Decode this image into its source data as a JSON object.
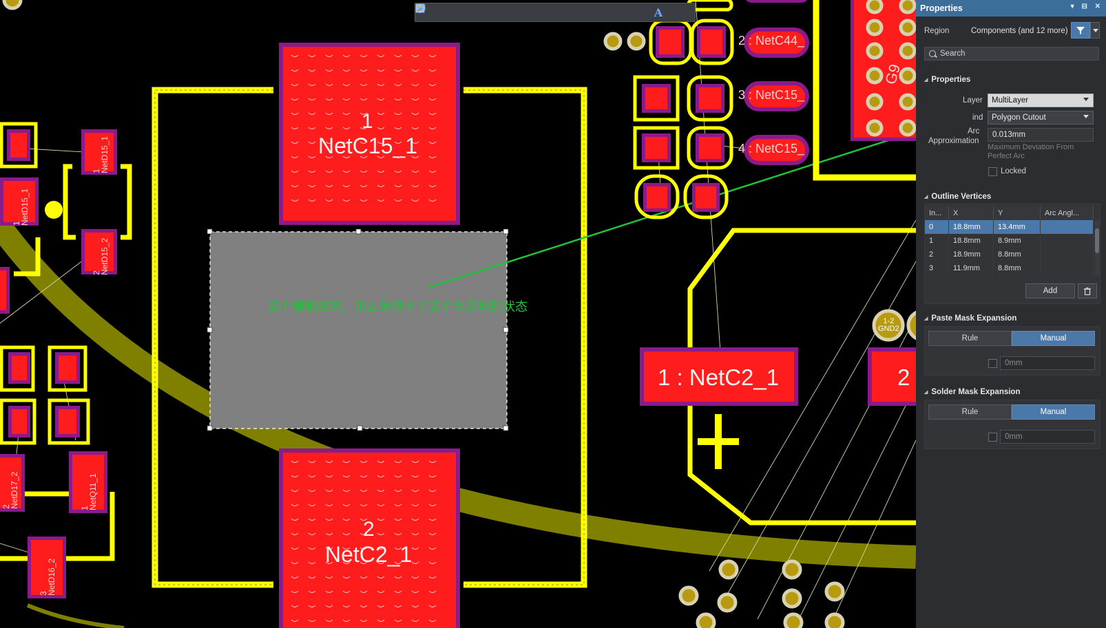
{
  "toolbar": {
    "tools": [
      "filter-icon",
      "route-icon",
      "cross-icon",
      "select-rect-icon",
      "chart-icon",
      "component-icon",
      "interactive-route-icon",
      "wave-icon",
      "pin-icon",
      "rect-region-icon",
      "slash-icon",
      "align-icon",
      "text-icon",
      "arc-icon"
    ],
    "text_tool_label": "A"
  },
  "canvas": {
    "annotation": "这个铺铜挖空，怎么保持不了这个半透明的状态",
    "pads": {
      "c15_num": "1",
      "c15_net": "NetC15_1",
      "c2_num": "2",
      "c2_net": "NetC2_1",
      "big_c2": "1 : NetC2_1",
      "big_right": "2",
      "netc44": "2 : NetC44_",
      "netc15a": "3 : NetC15_",
      "netc15b": "4 : NetC15_",
      "gnd": "1-2\nGND2",
      "d15_1a": "1\nNetD15_1",
      "d15_1b": "1\nNetD15_1",
      "d15_2": "2\nNetD15_2",
      "d17_2": "2\nNetD17_2",
      "q11_1": "1\nNetQ11_1",
      "d16_2": "3\nNetD16_2",
      "g9": "G9"
    }
  },
  "panel": {
    "title": "Properties",
    "header_controls": "▾ ⊟ ✕",
    "region_label": "Region",
    "region_value": "Components (and 12 more)",
    "search_placeholder": "Search",
    "properties_title": "Properties",
    "layer_label": "Layer",
    "layer_value": "MultiLayer",
    "kind_label": "ind",
    "kind_value": "Polygon Cutout",
    "arc_label_1": "Arc",
    "arc_label_2": "Approximation",
    "arc_value": "0.013mm",
    "arc_hint_1": "Maximum Deviation From",
    "arc_hint_2": "Perfect Arc",
    "locked_label": "Locked",
    "outline_title": "Outline Vertices",
    "columns": [
      "In...",
      "X",
      "Y",
      "Arc Angl..."
    ],
    "vertices": [
      {
        "i": "0",
        "x": "18.8mm",
        "y": "13.4mm",
        "a": ""
      },
      {
        "i": "1",
        "x": "18.8mm",
        "y": "8.9mm",
        "a": ""
      },
      {
        "i": "2",
        "x": "18.9mm",
        "y": "8.8mm",
        "a": ""
      },
      {
        "i": "3",
        "x": "11.9mm",
        "y": "8.8mm",
        "a": ""
      }
    ],
    "add_label": "Add",
    "paste_title": "Paste Mask Expansion",
    "solder_title": "Solder Mask Expansion",
    "rule_label": "Rule",
    "manual_label": "Manual",
    "paste_value": "0mm",
    "solder_value": "0mm"
  }
}
